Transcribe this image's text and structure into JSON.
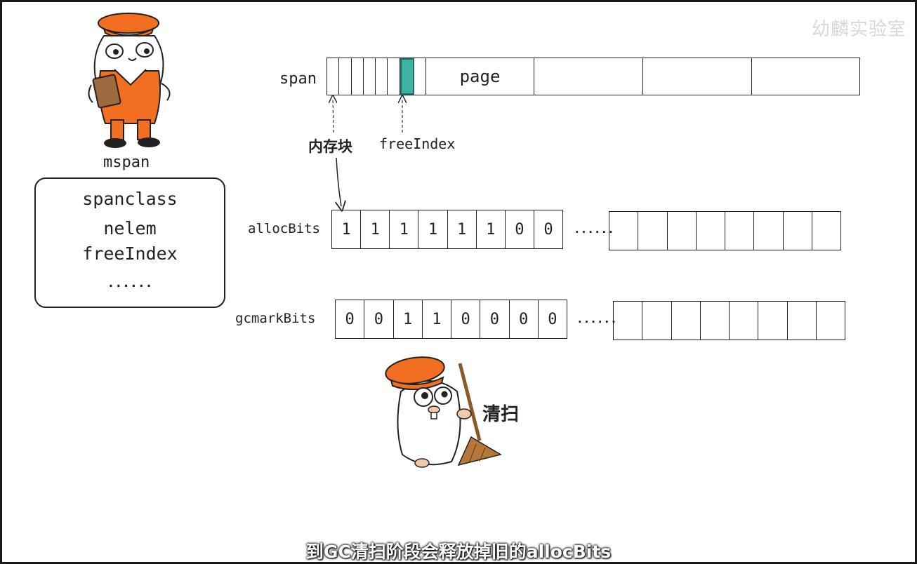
{
  "watermark": "幼麟实验室",
  "mspan_card": {
    "title": "mspan",
    "fields": [
      "spanclass",
      "nelem",
      "freeIndex",
      "......"
    ]
  },
  "span_row": {
    "label": "span",
    "page_label": "page",
    "small_cells": 8,
    "highlighted_cell_index": 6,
    "highlight_color": "#3fb3a3",
    "page_cells": 4
  },
  "annotations": {
    "memory_block": "内存块",
    "free_index": "freeIndex"
  },
  "alloc_bits": {
    "label": "allocBits",
    "values": [
      "1",
      "1",
      "1",
      "1",
      "1",
      "1",
      "0",
      "0"
    ],
    "ellipsis": "......",
    "trailing_cells": 8
  },
  "gcmark_bits": {
    "label": "gcmarkBits",
    "values": [
      "0",
      "0",
      "1",
      "1",
      "0",
      "0",
      "0",
      "0"
    ],
    "ellipsis": "......",
    "trailing_cells": 8
  },
  "sweep_label": "清扫",
  "subtitle": "到GC清扫阶段会释放掉旧的allocBits",
  "colors": {
    "gopher_orange": "#f26f22",
    "broom_brown": "#8b5a2b"
  }
}
